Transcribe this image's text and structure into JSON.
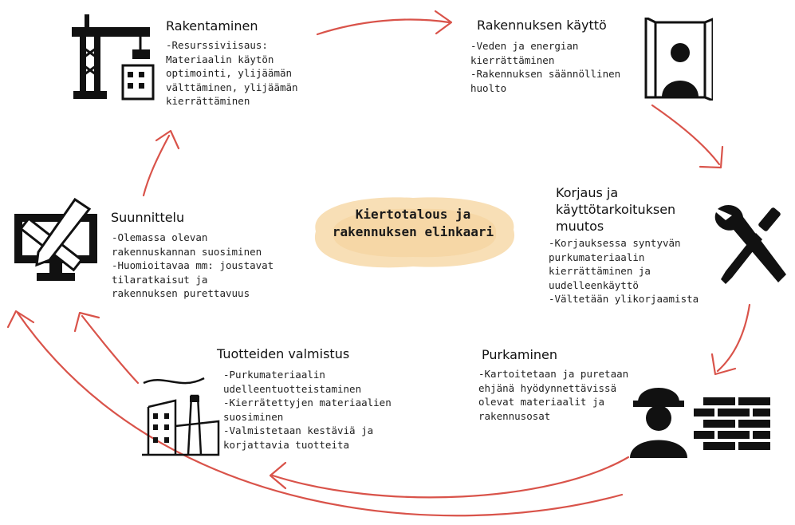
{
  "center_title": "Kiertotalous ja\nrakennuksen elinkaari",
  "accent_color": "#d9534a",
  "blob_color": "#f7dcae",
  "stages": [
    {
      "title": "Rakentaminen",
      "icon": "crane-building-icon",
      "items": [
        "-Resurssiviisaus:\nMateriaalin käytön\noptimointi, ylijäämän\nvälttäminen, ylijäämän\nkierrättäminen"
      ]
    },
    {
      "title": "Rakennuksen käyttö",
      "icon": "window-person-icon",
      "items": [
        "-Veden ja energian\nkierrättäminen",
        "-Rakennuksen säännöllinen\nhuolto"
      ]
    },
    {
      "title": "Korjaus ja\nkäyttötarkoituksen\nmuutos",
      "icon": "wrench-screwdriver-icon",
      "items": [
        "-Korjauksessa syntyvän\npurkumateriaalin\nkierrättäminen ja\nuudelleenkäyttö",
        "-Vältetään ylikorjaamista"
      ]
    },
    {
      "title": "Purkaminen",
      "icon": "worker-bricks-icon",
      "items": [
        "-Kartoitetaan ja puretaan\nehjänä hyödynnettävissä\nolevat materiaalit ja\nrakennusosat"
      ]
    },
    {
      "title": "Tuotteiden valmistus",
      "icon": "factory-icon",
      "items": [
        "-Purkumateriaalin\nudelleentuotteistaminen",
        "-Kierrätettyjen materiaalien\nsuosiminen",
        "-Valmistetaan kestäviä ja\nkorjattavia tuotteita"
      ]
    },
    {
      "title": "Suunnittelu",
      "icon": "monitor-ruler-pencil-icon",
      "items": [
        "-Olemassa olevan\nrakennuskannan suosiminen",
        "-Huomioitavaa mm: joustavat\ntilaratkaisut ja\nrakennuksen purettavuus"
      ]
    }
  ]
}
